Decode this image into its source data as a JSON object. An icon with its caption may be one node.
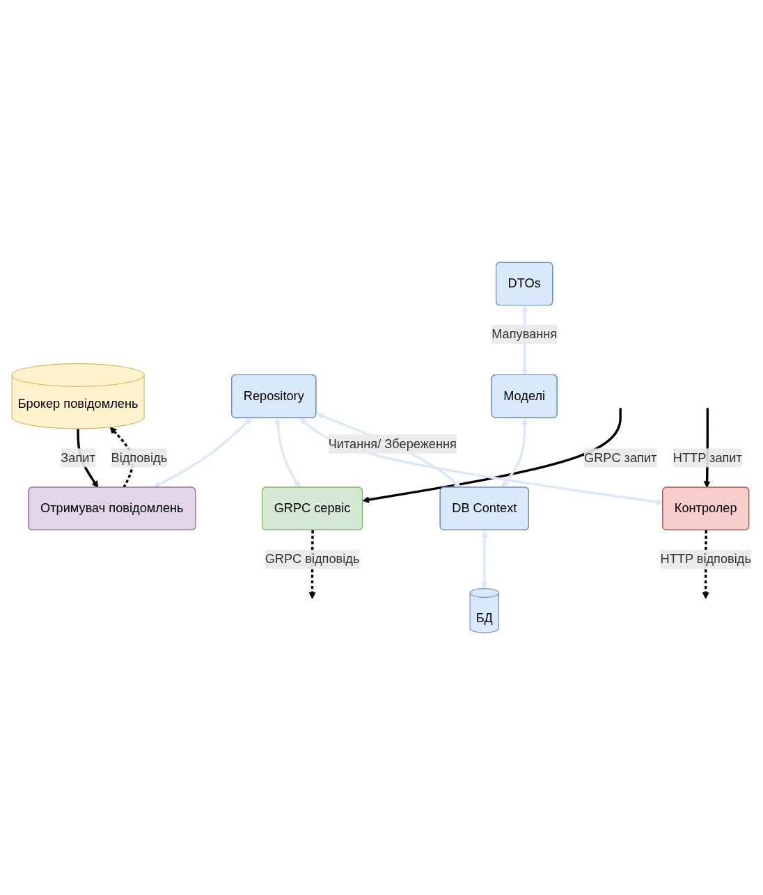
{
  "diagram": {
    "nodes": [
      {
        "text": [
          "Брокер повідомлень"
        ]
      },
      {
        "text": [
          "Отримувач повідомлень"
        ]
      },
      {
        "text": [
          "GRPC сервіс"
        ]
      },
      {
        "text": [
          "Контролер"
        ]
      },
      {
        "text": [
          "DTOs"
        ]
      },
      {
        "text": [
          "Repository"
        ]
      },
      {
        "text": [
          "Моделі"
        ]
      },
      {
        "text": [
          "DB Context"
        ]
      },
      {
        "text": [
          "БД"
        ]
      }
    ],
    "edges": [
      {
        "from": 0,
        "to": 1,
        "arrow": "to",
        "label": "Запит",
        "color": "#000000"
      },
      {
        "from": 1,
        "to": 0,
        "arrow": "to",
        "label": "Відповідь",
        "style": "dashed",
        "color": "#000000"
      },
      {
        "from": null,
        "to": 2,
        "arrow": "to",
        "label": "GRPC запит",
        "color": "#000000"
      },
      {
        "from": 2,
        "to": null,
        "arrow": "to",
        "label": "GRPC відповідь",
        "style": "dashed",
        "color": "#000000"
      },
      {
        "from": null,
        "to": 3,
        "arrow": "to",
        "label": "HTTP запит",
        "color": "#000000"
      },
      {
        "from": 3,
        "to": null,
        "arrow": "to",
        "label": "HTTP відповідь",
        "style": "dashed",
        "color": "#000000"
      },
      {
        "from": 5,
        "to": 1,
        "arrow": "both",
        "color": "#dae8fc"
      },
      {
        "from": 5,
        "to": 2,
        "arrow": "both",
        "color": "#dae8fc"
      },
      {
        "from": 5,
        "to": 3,
        "arrow": "both",
        "color": "#dae8fc"
      },
      {
        "from": 4,
        "to": 6,
        "arrow": "both",
        "label": "Мапування",
        "color": "#dae8fc"
      },
      {
        "from": 5,
        "to": 7,
        "arrow": "both",
        "label": "Читання/ Збереження",
        "color": "#dae8fc"
      },
      {
        "from": 6,
        "to": 7,
        "arrow": "both",
        "color": "#dae8fc"
      },
      {
        "from": 7,
        "to": 8,
        "arrow": "both",
        "color": "#dae8fc"
      }
    ]
  }
}
